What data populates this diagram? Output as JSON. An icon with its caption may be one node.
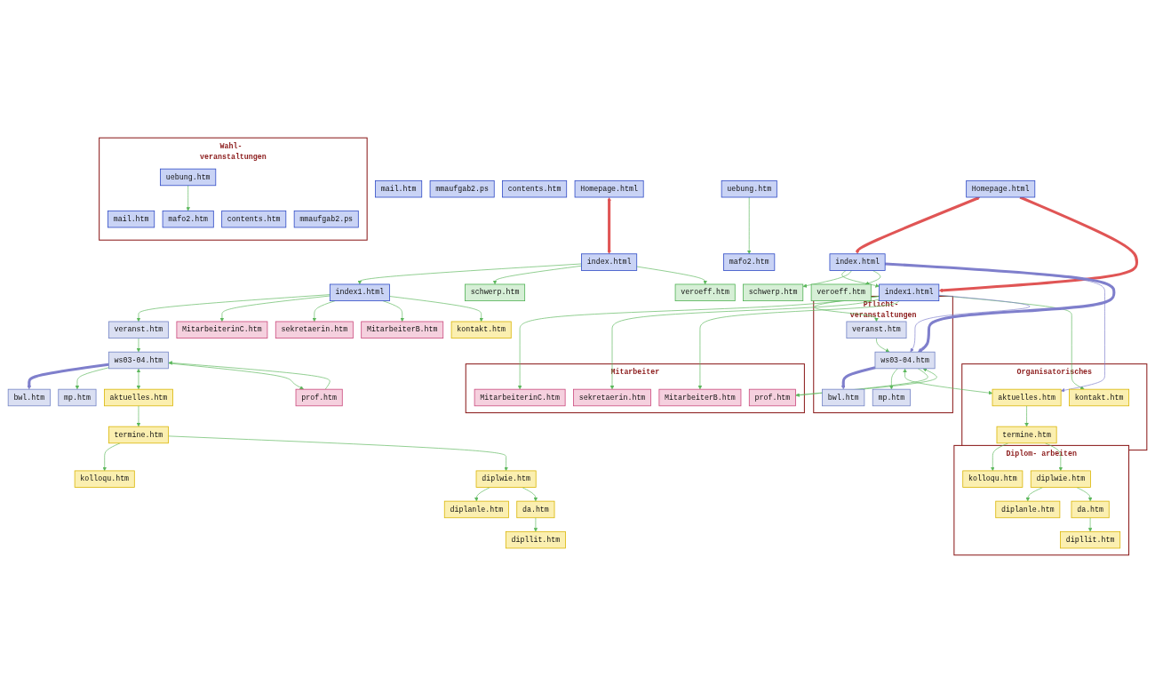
{
  "diagram": {
    "nodes": [
      {
        "text": [
          "mail.htm"
        ]
      },
      {
        "text": [
          "mmaufgab2.ps"
        ]
      },
      {
        "text": [
          "contents.htm"
        ]
      },
      {
        "text": [
          "Homepage.html"
        ]
      },
      {
        "text": [
          "uebung.htm"
        ]
      },
      {
        "text": [
          "index.html"
        ]
      },
      {
        "text": [
          "mafo2.htm"
        ]
      },
      {
        "text": [
          "schwerp.htm"
        ]
      },
      {
        "text": [
          "index1.html"
        ]
      },
      {
        "text": [
          "veroeff.htm"
        ]
      },
      {
        "text": [
          "MitarbeiterB.htm"
        ]
      },
      {
        "text": [
          "veranst.htm"
        ]
      },
      {
        "text": [
          "kontakt.htm"
        ]
      },
      {
        "text": [
          "MitarbeiterinC.htm"
        ]
      },
      {
        "text": [
          "sekretaerin.htm"
        ]
      },
      {
        "text": [
          "ws03-04.htm"
        ]
      },
      {
        "text": [
          "prof.htm"
        ]
      },
      {
        "text": [
          "bwl.htm"
        ]
      },
      {
        "text": [
          "aktuelles.htm"
        ]
      },
      {
        "text": [
          "mp.htm"
        ]
      },
      {
        "text": [
          "termine.htm"
        ]
      },
      {
        "text": [
          "kolloqu.htm"
        ]
      },
      {
        "text": [
          "diplwie.htm"
        ]
      },
      {
        "text": [
          "diplanle.htm"
        ]
      },
      {
        "text": [
          "da.htm"
        ]
      },
      {
        "text": [
          "dipllit.htm"
        ]
      },
      {
        "text": [
          "Homepage.html"
        ]
      },
      {
        "text": [
          "index1.html"
        ]
      },
      {
        "text": [
          "index.html"
        ]
      },
      {
        "text": [
          "Wahl- veranstaltungen"
        ]
      },
      {
        "text": [
          "mail.htm"
        ],
        "in": 29
      },
      {
        "text": [
          "contents.htm"
        ],
        "in": 29
      },
      {
        "text": [
          "mmaufgab2.ps"
        ],
        "in": 29
      },
      {
        "text": [
          "mafo2.htm"
        ],
        "in": 29
      },
      {
        "text": [
          "uebung.htm"
        ],
        "in": 29
      },
      {
        "text": [
          "Diplom- arbeiten"
        ]
      },
      {
        "text": [
          "diplanle.htm"
        ],
        "in": 35
      },
      {
        "text": [
          "diplwie.htm"
        ],
        "in": 35
      },
      {
        "text": [
          "da.htm"
        ],
        "in": 35
      },
      {
        "text": [
          "kolloqu.htm"
        ],
        "in": 35
      },
      {
        "text": [
          "dipllit.htm"
        ],
        "in": 35
      },
      {
        "text": [
          "veroeff.htm"
        ]
      },
      {
        "text": [
          "schwerp.htm"
        ]
      },
      {
        "text": [
          "Mitarbeiter"
        ]
      },
      {
        "text": [
          "prof.htm"
        ],
        "in": 43
      },
      {
        "text": [
          "MitarbeiterinC.htm"
        ],
        "in": 43
      },
      {
        "text": [
          "sekretaerin.htm"
        ],
        "in": 43
      },
      {
        "text": [
          "MitarbeiterB.htm"
        ],
        "in": 43
      },
      {
        "text": [
          "Pflicht- veranstaltungen"
        ]
      },
      {
        "text": [
          "ws03-04.htm"
        ],
        "in": 48
      },
      {
        "text": [
          "bwl.htm"
        ],
        "in": 48
      },
      {
        "text": [
          "veranst.htm"
        ],
        "in": 48
      },
      {
        "text": [
          "mp.htm"
        ],
        "in": 48
      },
      {
        "text": [
          "Organisatorisches"
        ]
      },
      {
        "text": [
          "aktuelles.htm"
        ],
        "in": 53
      },
      {
        "text": [
          "termine.htm"
        ],
        "in": 53
      },
      {
        "text": [
          "kontakt.htm"
        ],
        "in": 53
      }
    ],
    "edges": [
      {
        "from": 3,
        "to": 5,
        "arrow": "both",
        "style": "thick",
        "color": "#e05555"
      },
      {
        "from": 4,
        "to": 6,
        "arrow": "to"
      },
      {
        "from": 5,
        "to": 8,
        "arrow": "to"
      },
      {
        "from": 5,
        "to": 7,
        "arrow": "to"
      },
      {
        "from": 5,
        "to": 9,
        "arrow": "to"
      },
      {
        "from": 8,
        "to": 11,
        "arrow": "to"
      },
      {
        "from": 8,
        "to": 13,
        "arrow": "to"
      },
      {
        "from": 8,
        "to": 14,
        "arrow": "to"
      },
      {
        "from": 8,
        "to": 10,
        "arrow": "to"
      },
      {
        "from": 8,
        "to": 12,
        "arrow": "to"
      },
      {
        "from": 11,
        "to": 15,
        "arrow": "to"
      },
      {
        "from": 15,
        "to": 17,
        "arrow": "to",
        "style": "thick",
        "color": "#7f7fcc"
      },
      {
        "from": 15,
        "to": 19,
        "arrow": "to"
      },
      {
        "from": 15,
        "to": 18,
        "arrow": "both"
      },
      {
        "from": 15,
        "to": 16,
        "arrow": "to"
      },
      {
        "from": 16,
        "to": 15,
        "arrow": "to"
      },
      {
        "from": 18,
        "to": 20,
        "arrow": "to"
      },
      {
        "from": 20,
        "to": 21,
        "arrow": "to"
      },
      {
        "from": 20,
        "to": 22,
        "arrow": "to"
      },
      {
        "from": 22,
        "to": 23,
        "arrow": "to"
      },
      {
        "from": 22,
        "to": 24,
        "arrow": "to"
      },
      {
        "from": 24,
        "to": 25,
        "arrow": "to"
      },
      {
        "from": 26,
        "to": 28,
        "arrow": "both",
        "style": "thick",
        "color": "#e05555"
      },
      {
        "from": 26,
        "to": 27,
        "arrow": "to",
        "style": "thick",
        "color": "#e05555"
      },
      {
        "from": 34,
        "to": 33,
        "arrow": "to"
      },
      {
        "from": 28,
        "to": 27,
        "arrow": "to"
      },
      {
        "from": 28,
        "to": 42,
        "arrow": "to"
      },
      {
        "from": 28,
        "to": 41,
        "arrow": "to"
      },
      {
        "from": 27,
        "to": 51,
        "arrow": "to"
      },
      {
        "from": 27,
        "to": 45,
        "arrow": "to"
      },
      {
        "from": 27,
        "to": 46,
        "arrow": "to"
      },
      {
        "from": 27,
        "to": 47,
        "arrow": "to"
      },
      {
        "from": 27,
        "to": 56,
        "arrow": "to"
      },
      {
        "from": 51,
        "to": 49,
        "arrow": "to"
      },
      {
        "from": 49,
        "to": 50,
        "arrow": "to",
        "style": "thick",
        "color": "#7f7fcc"
      },
      {
        "from": 49,
        "to": 52,
        "arrow": "to"
      },
      {
        "from": 49,
        "to": 54,
        "arrow": "both"
      },
      {
        "from": 49,
        "to": 44,
        "arrow": "to"
      },
      {
        "from": 44,
        "to": 49,
        "arrow": "to"
      },
      {
        "from": 54,
        "to": 55,
        "arrow": "to"
      },
      {
        "from": 55,
        "to": 39,
        "arrow": "to"
      },
      {
        "from": 55,
        "to": 37,
        "arrow": "to"
      },
      {
        "from": 37,
        "to": 36,
        "arrow": "to"
      },
      {
        "from": 37,
        "to": 38,
        "arrow": "to"
      },
      {
        "from": 38,
        "to": 40,
        "arrow": "to"
      },
      {
        "from": 28,
        "to": 54,
        "arrow": "to",
        "color": "#7f7fcc"
      },
      {
        "from": 28,
        "to": 49,
        "arrow": "to",
        "style": "thick",
        "color": "#7f7fcc"
      },
      {
        "from": 27,
        "to": 49,
        "arrow": "to",
        "color": "#7f7fcc"
      }
    ]
  }
}
